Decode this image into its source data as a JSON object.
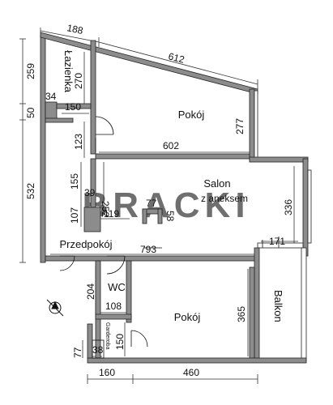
{
  "rooms": {
    "lazienka": "Łazienka",
    "pokoj_top": "Pokój",
    "salon": "Salon",
    "salon_sub": "z aneksem",
    "przedpokoj": "Przedpokój",
    "wc": "WC",
    "pokoj_bottom": "Pokój",
    "balkon": "Balkon",
    "garderoba": "Garderoba"
  },
  "dimensions": {
    "d188": "188",
    "d612": "612",
    "d259": "259",
    "d270": "270",
    "d34": "34",
    "d150a": "150",
    "d50": "50",
    "d277": "277",
    "d123": "123",
    "d602": "602",
    "d532": "532",
    "d155": "155",
    "d252": "252",
    "d39": "39",
    "d77a": "77",
    "d107": "107",
    "d119": "119",
    "d58": "58",
    "d336": "336",
    "d171": "171",
    "d793": "793",
    "d204": "204",
    "d108": "108",
    "d365": "365",
    "d150b": "150",
    "d77b": "77",
    "d38": "38",
    "d160": "160",
    "d460": "460"
  },
  "watermark": "BRACKI",
  "colors": {
    "wall": "#8c8c8c",
    "wall_edge": "#222222",
    "line": "#111111",
    "dim": "#333333"
  }
}
